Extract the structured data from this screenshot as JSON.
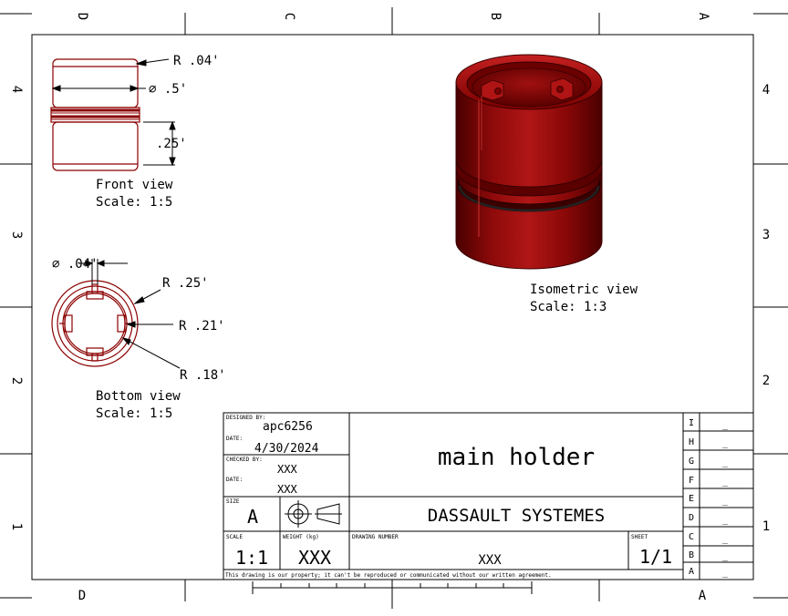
{
  "border": {
    "zones_top": [
      "D",
      "C",
      "B",
      "A"
    ],
    "zones_bottom": [
      "D",
      "A"
    ],
    "rows_right": [
      "4",
      "3",
      "2",
      "1"
    ],
    "rows_left": [
      "4",
      "3",
      "2",
      "1"
    ]
  },
  "views": {
    "front": {
      "label": "Front view",
      "scale": "Scale:  1:5"
    },
    "bottom": {
      "label": "Bottom view",
      "scale": "Scale:  1:5"
    },
    "isometric": {
      "label": "Isometric view",
      "scale": "Scale:  1:3"
    }
  },
  "dimensions": {
    "front_radius": "R .04'",
    "front_diameter": "∅ .5'",
    "front_height": ".25'",
    "bottom_diameter": "∅ .04'",
    "bottom_r_outer": "R .25'",
    "bottom_r_mid": "R .21'",
    "bottom_r_inner": "R .18'"
  },
  "title_block": {
    "designed_by_label": "DESIGNED BY:",
    "designed_by": "apc6256",
    "date_label": "DATE:",
    "date": "4/30/2024",
    "checked_by_label": "CHECKED BY:",
    "checked_by": "XXX",
    "date2_label": "DATE:",
    "date2": "XXX",
    "title": "main holder",
    "size_label": "SIZE",
    "size": "A",
    "company": "DASSAULT SYSTEMES",
    "scale_label": "SCALE",
    "scale": "1:1",
    "weight_label": "WEIGHT (kg)",
    "weight": "XXX",
    "drawing_number_label": "DRAWING NUMBER",
    "drawing_number": "XXX",
    "sheet_label": "SHEET",
    "sheet": "1/1",
    "disclaimer": "This drawing is our property; it can't be reproduced or communicated without our written agreement.",
    "revisions": [
      {
        "letter": "I",
        "value": "_"
      },
      {
        "letter": "H",
        "value": "_"
      },
      {
        "letter": "G",
        "value": "_"
      },
      {
        "letter": "F",
        "value": "_"
      },
      {
        "letter": "E",
        "value": "_"
      },
      {
        "letter": "D",
        "value": "_"
      },
      {
        "letter": "C",
        "value": "_"
      },
      {
        "letter": "B",
        "value": "_"
      },
      {
        "letter": "A",
        "value": "_"
      }
    ]
  },
  "colors": {
    "line": "#000000",
    "part": "#8b0000",
    "part_edge": "#5a0000"
  }
}
